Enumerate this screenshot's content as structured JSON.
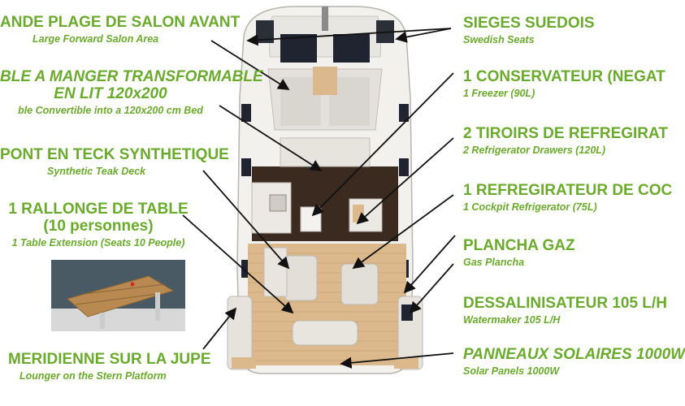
{
  "labels": {
    "salon": {
      "fr": "ANDE PLAGE DE SALON AVANT",
      "en": "Large Forward Salon Area"
    },
    "table": {
      "fr1": "BLE A MANGER TRANSFORMABLE",
      "fr2": "EN LIT 120x200",
      "en": "ble Convertible into a 120x200 cm Bed"
    },
    "teck": {
      "fr": "PONT EN TECK SYNTHETIQUE",
      "en": "Synthetic Teak Deck"
    },
    "rallonge": {
      "fr1": "1 RALLONGE DE TABLE",
      "fr2": "(10 personnes)",
      "en": "1 Table Extension (Seats 10 People)"
    },
    "meridienne": {
      "fr": "MERIDIENNE SUR LA JUPE",
      "en": "Lounger on the Stern Platform"
    },
    "sieges": {
      "fr": "SIEGES SUEDOIS",
      "en": "Swedish Seats"
    },
    "conservateur": {
      "fr": "1 CONSERVATEUR (NEGAT",
      "en": "1 Freezer (90L)"
    },
    "tiroirs": {
      "fr": "2 TIROIRS DE REFREGIRAT",
      "en": "2 Refrigerator Drawers (120L)"
    },
    "refregirateur": {
      "fr": "1 REFREGIRATEUR DE COC",
      "en": "1 Cockpit Refrigerator (75L)"
    },
    "plancha": {
      "fr": "PLANCHA GAZ",
      "en": "Gas Plancha"
    },
    "dessal": {
      "fr": "DESSALINISATEUR 105 L/H",
      "en": "Watermaker 105 L/H"
    },
    "panneaux": {
      "fr": "PANNEAUX SOLAIRES 1000W",
      "en": "Solar Panels 1000W"
    }
  },
  "colors": {
    "label": "#6aaa2c",
    "arrow": "#111111",
    "teak": "#dcb98c",
    "hull": "#f3f1ee",
    "dark_floor": "#3a2a20"
  }
}
